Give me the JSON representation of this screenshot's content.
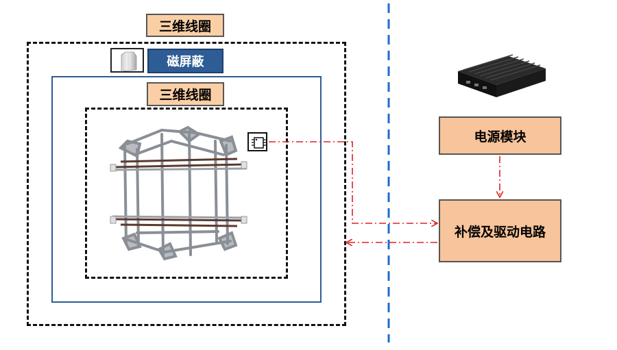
{
  "outer_coil_label": "三维线圈",
  "shield_label": "磁屏蔽",
  "inner_coil_label": "三维线圈",
  "power_module_label": "电源模块",
  "driver_circuit_label": "补偿及驱动电路",
  "colors": {
    "shield_blue": "#2e5c94",
    "label_peach": "#fbcfa6",
    "signal_red": "#e02020",
    "divider_blue": "#1e6cc8"
  }
}
